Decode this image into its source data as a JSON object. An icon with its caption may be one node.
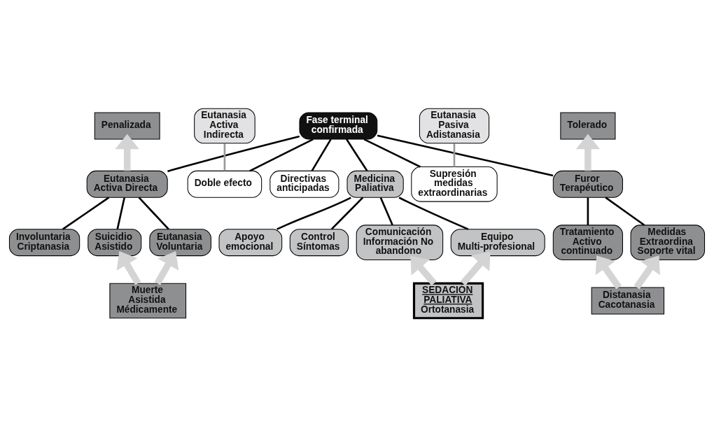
{
  "diagram": {
    "nodes": [
      {
        "text": [
          "Fase terminal confirmada"
        ]
      },
      {
        "text": [
          "Penalizada"
        ]
      },
      {
        "text": [
          "Eutanasia Activa Indirecta"
        ]
      },
      {
        "text": [
          "Eutanasia Pasiva Adistanasia"
        ]
      },
      {
        "text": [
          "Tolerado"
        ]
      },
      {
        "text": [
          "Eutanasia Activa Directa"
        ]
      },
      {
        "text": [
          "Directivas anticipadas"
        ]
      },
      {
        "text": [
          "Doble efecto"
        ]
      },
      {
        "text": [
          "Medicina Paliativa"
        ]
      },
      {
        "text": [
          "Supresión medidas extraordinarias"
        ]
      },
      {
        "text": [
          "Furor Terapéutico"
        ]
      },
      {
        "text": [
          "Involuntaria Criptanasia"
        ]
      },
      {
        "text": [
          "Eutanasia Voluntaria"
        ]
      },
      {
        "text": [
          "Suicidio Asistido"
        ]
      },
      {
        "text": [
          "Control Síntomas"
        ]
      },
      {
        "text": [
          "Equipo Multi-profesional"
        ]
      },
      {
        "text": [
          "Comunicación Información No abandono"
        ]
      },
      {
        "text": [
          "Apoyo emocional"
        ]
      },
      {
        "text": [
          "Tratamiento Activo continuado"
        ]
      },
      {
        "text": [
          "Medidas Extraordina Soporte vital"
        ]
      },
      {
        "text": [
          "Muerte Asistida Médicamente"
        ]
      },
      {
        "text": [
          "SEDACIÓN PALIATIVA",
          "Ortotanasia"
        ]
      },
      {
        "text": [
          "Distanasia Cacotanasia"
        ]
      }
    ],
    "edges": [
      {
        "from": 0,
        "to": 5,
        "arrow": "none"
      },
      {
        "from": 0,
        "to": 6,
        "arrow": "none"
      },
      {
        "from": 0,
        "to": 7,
        "arrow": "none"
      },
      {
        "from": 0,
        "to": 8,
        "arrow": "none"
      },
      {
        "from": 0,
        "to": 9,
        "arrow": "none"
      },
      {
        "from": 0,
        "to": 10,
        "arrow": "none"
      },
      {
        "from": 2,
        "to": 7,
        "arrow": "none",
        "color": "#999999"
      },
      {
        "from": 3,
        "to": 9,
        "arrow": "none",
        "color": "#999999"
      },
      {
        "from": 5,
        "to": 1,
        "arrow": "to",
        "style": "thick",
        "color": "#d4d4d4"
      },
      {
        "from": 10,
        "to": 4,
        "arrow": "to",
        "style": "thick",
        "color": "#d4d4d4"
      },
      {
        "from": 5,
        "to": 11,
        "arrow": "none"
      },
      {
        "from": 5,
        "to": 12,
        "arrow": "none"
      },
      {
        "from": 5,
        "to": 13,
        "arrow": "none"
      },
      {
        "from": 8,
        "to": 14,
        "arrow": "none"
      },
      {
        "from": 8,
        "to": 15,
        "arrow": "none"
      },
      {
        "from": 8,
        "to": 16,
        "arrow": "none"
      },
      {
        "from": 8,
        "to": 17,
        "arrow": "none"
      },
      {
        "from": 10,
        "to": 18,
        "arrow": "none"
      },
      {
        "from": 10,
        "to": 19,
        "arrow": "none"
      },
      {
        "from": 20,
        "to": 12,
        "arrow": "to",
        "style": "thick",
        "color": "#d4d4d4"
      },
      {
        "from": 20,
        "to": 13,
        "arrow": "to",
        "style": "thick",
        "color": "#d4d4d4"
      },
      {
        "from": 21,
        "to": 15,
        "arrow": "to",
        "style": "thick",
        "color": "#d4d4d4"
      },
      {
        "from": 21,
        "to": 16,
        "arrow": "to",
        "style": "thick",
        "color": "#d4d4d4"
      },
      {
        "from": 22,
        "to": 18,
        "arrow": "to",
        "style": "thick",
        "color": "#d4d4d4"
      },
      {
        "from": 22,
        "to": 19,
        "arrow": "to",
        "style": "thick",
        "color": "#d4d4d4"
      }
    ]
  }
}
